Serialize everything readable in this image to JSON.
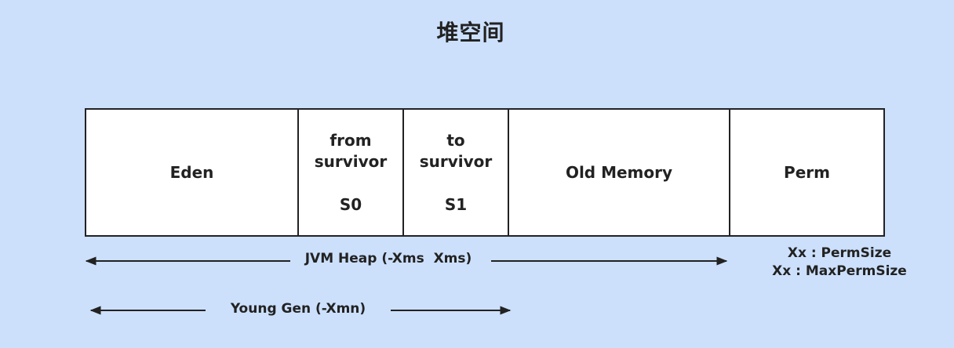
{
  "title": "堆空间",
  "segments": {
    "eden": "Eden",
    "s0": {
      "line1": "from",
      "line2": "survivor",
      "line3": "S0"
    },
    "s1": {
      "line1": "to",
      "line2": "survivor",
      "line3": "S1"
    },
    "old": "Old Memory",
    "perm": "Perm"
  },
  "spans": {
    "jvm_heap": "JVM Heap (-Xms  Xms)",
    "young_gen": "Young Gen (-Xmn)"
  },
  "perm_notes": {
    "line1": "Xx : PermSize",
    "line2": "Xx : MaxPermSize"
  },
  "colors": {
    "background": "#cce0fc",
    "box_fill": "#ffffff",
    "stroke": "#222222"
  }
}
